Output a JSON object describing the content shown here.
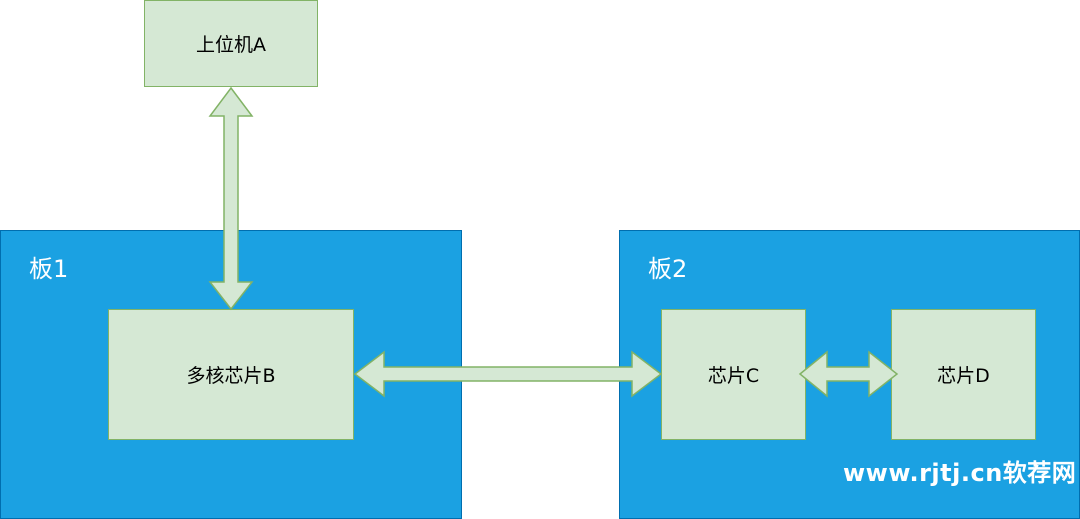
{
  "boards": [
    {
      "label": "板1"
    },
    {
      "label": "板2"
    }
  ],
  "nodes": {
    "host": "上位机A",
    "multicore": "多核芯片B",
    "chip_c": "芯片C",
    "chip_d": "芯片D"
  },
  "watermark": "www.rjtj.cn软荐网",
  "colors": {
    "board_fill": "#1ba1e2",
    "board_stroke": "#006eaf",
    "node_fill": "#d5e8d4",
    "node_stroke": "#82b366"
  }
}
